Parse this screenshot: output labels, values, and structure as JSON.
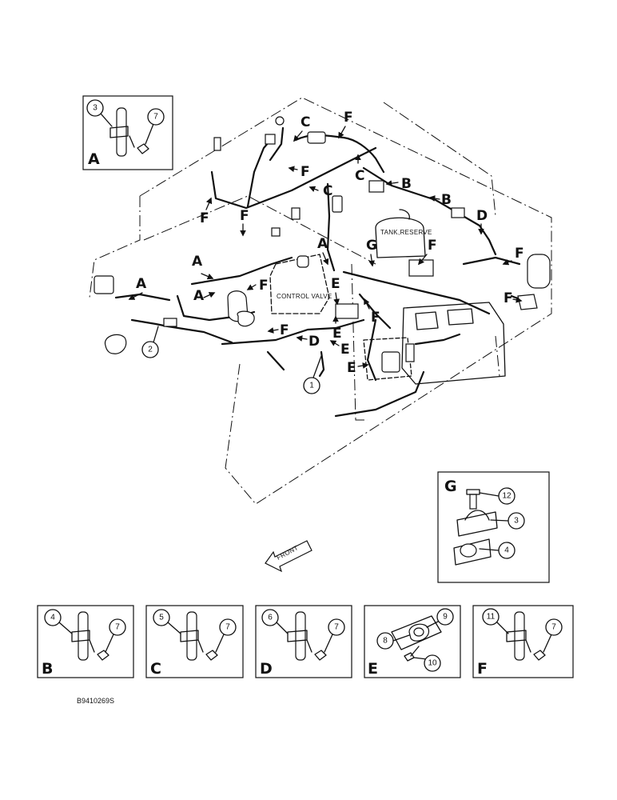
{
  "main_view": {
    "labels": {
      "control_valve": "CONTROL VALVE",
      "tank_reserve": "TANK,RESERVE",
      "front": "FRONT"
    },
    "callouts": [
      "1",
      "2"
    ],
    "flag_letters": {
      "A": "A",
      "B": "B",
      "C": "C",
      "D": "D",
      "E": "E",
      "F": "F",
      "G": "G"
    }
  },
  "detail_panels": {
    "A": {
      "letter": "A",
      "callouts": [
        "3",
        "7"
      ]
    },
    "B": {
      "letter": "B",
      "callouts": [
        "4",
        "7"
      ]
    },
    "C": {
      "letter": "C",
      "callouts": [
        "5",
        "7"
      ]
    },
    "D": {
      "letter": "D",
      "callouts": [
        "6",
        "7"
      ]
    },
    "E": {
      "letter": "E",
      "callouts": [
        "9",
        "8",
        "10"
      ]
    },
    "F": {
      "letter": "F",
      "callouts": [
        "11",
        "7"
      ]
    },
    "G": {
      "letter": "G",
      "callouts": [
        "12",
        "3",
        "4"
      ]
    }
  },
  "figure_code": "B9410269S"
}
